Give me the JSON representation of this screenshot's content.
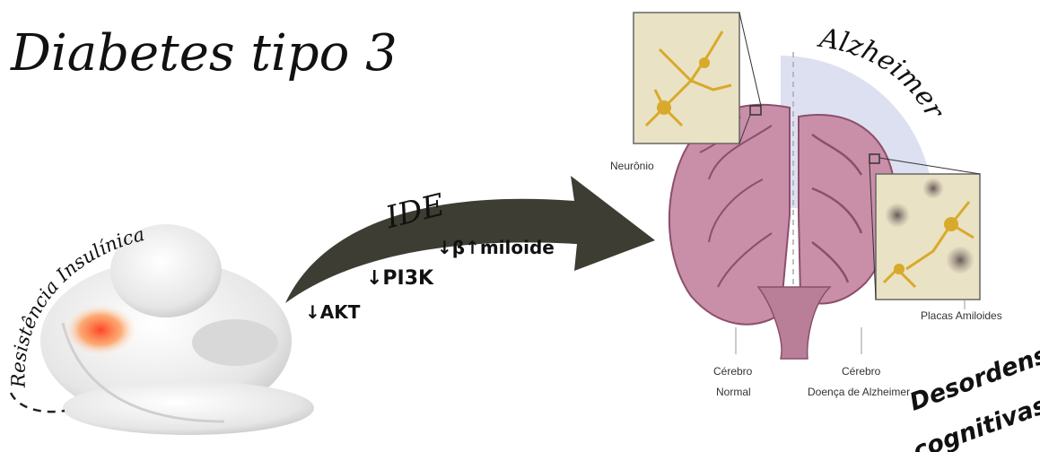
{
  "title": "Diabetes tipo 3",
  "left_figure": {
    "label": "Resistência Insulínica"
  },
  "arrow": {
    "label": "IDE",
    "markers": [
      "↓AKT",
      "↓PI3K",
      "↓β↑miloide"
    ]
  },
  "brain": {
    "headline": "Alzheimer",
    "neuron_label": "Neurônio",
    "plaques_label": "Placas Amiloides",
    "normal_label_line1": "Cérebro",
    "normal_label_line2": "Normal",
    "ad_label_line1": "Cérebro",
    "ad_label_line2": "Doença de Alzheimer"
  },
  "outcome": {
    "line1": "Desordens",
    "line2": "cognitivas"
  },
  "colors": {
    "arrow": "#3d3d33",
    "brain_pink": "#c98ea8",
    "brain_dark": "#8b4f6b",
    "inset_bg": "#e9e2c4",
    "neuron_gold": "#d9a92b",
    "hot_spot": "#ff5a2a",
    "half_circle": "#dde0f0"
  }
}
